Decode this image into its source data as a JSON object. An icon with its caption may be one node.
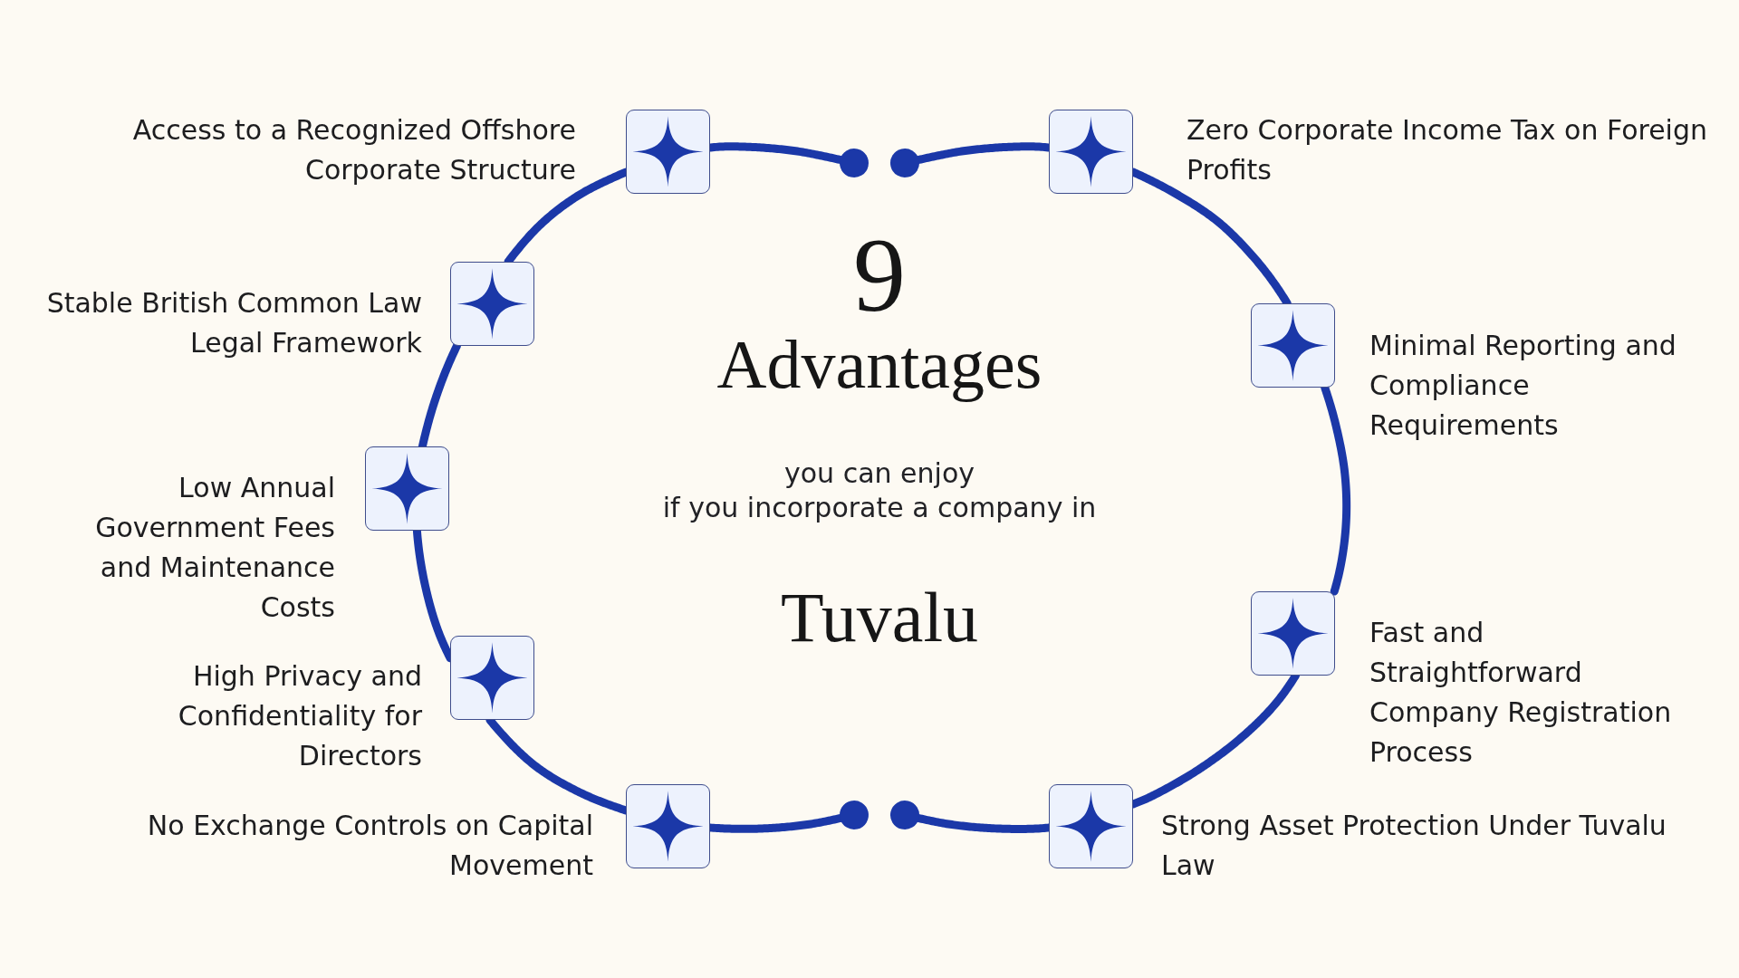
{
  "diagram": {
    "nodes": [
      {
        "text": [],
        "shape": "box",
        "beside": [
          "Access to a Recognized Offshore Corporate Structure"
        ]
      },
      {
        "text": [],
        "shape": "box",
        "beside": [
          "Stable British Common Law Legal Framework"
        ]
      },
      {
        "text": [],
        "shape": "box",
        "beside": [
          "Low Annual Government Fees and Maintenance Costs"
        ]
      },
      {
        "text": [],
        "shape": "box",
        "beside": [
          "High Privacy and Confidentiality for Directors"
        ]
      },
      {
        "text": [],
        "shape": "box",
        "beside": [
          "No Exchange Controls on Capital Movement"
        ]
      },
      {
        "text": [],
        "shape": "box",
        "beside": [
          "Zero Corporate Income Tax on Foreign Profits"
        ]
      },
      {
        "text": [],
        "shape": "box",
        "beside": [
          "Minimal Reporting and Compliance Requirements"
        ]
      },
      {
        "text": [],
        "shape": "box",
        "beside": [
          "Fast and Straightforward Company Registration Process"
        ]
      },
      {
        "text": [],
        "shape": "box",
        "beside": [
          "Strong Asset Protection Under Tuvalu Law"
        ]
      }
    ],
    "edges": [
      {
        "from": 0,
        "to": null,
        "arrow": "other"
      },
      {
        "from": 0,
        "to": 1,
        "arrow": "none"
      },
      {
        "from": 1,
        "to": 2,
        "arrow": "none"
      },
      {
        "from": 2,
        "to": 3,
        "arrow": "none"
      },
      {
        "from": 3,
        "to": 4,
        "arrow": "none"
      },
      {
        "from": 4,
        "to": null,
        "arrow": "other"
      },
      {
        "from": 5,
        "to": null,
        "arrow": "other"
      },
      {
        "from": 5,
        "to": 6,
        "arrow": "none"
      },
      {
        "from": 6,
        "to": 7,
        "arrow": "none"
      },
      {
        "from": 7,
        "to": 8,
        "arrow": "none"
      },
      {
        "from": 8,
        "to": null,
        "arrow": "other"
      }
    ],
    "labels": [
      "9",
      "Advantages",
      "you can enjoy",
      "if you incorporate a company in",
      "Tuvalu"
    ]
  }
}
